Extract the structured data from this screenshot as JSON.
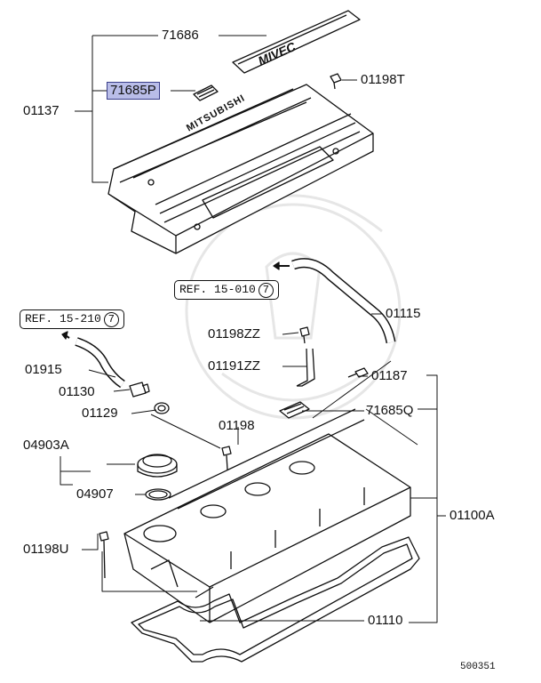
{
  "diagram": {
    "diagram_number": "500351",
    "callouts": [
      {
        "id": "c71686",
        "text": "71686"
      },
      {
        "id": "c71685P",
        "text": "71685P"
      },
      {
        "id": "c01137",
        "text": "01137"
      },
      {
        "id": "c01198T",
        "text": "01198T"
      },
      {
        "id": "c01115",
        "text": "01115"
      },
      {
        "id": "c01198ZZ",
        "text": "01198ZZ"
      },
      {
        "id": "c01191ZZ",
        "text": "01191ZZ"
      },
      {
        "id": "c01187",
        "text": "01187"
      },
      {
        "id": "c71685Q",
        "text": "71685Q"
      },
      {
        "id": "c01915",
        "text": "01915"
      },
      {
        "id": "c01130",
        "text": "01130"
      },
      {
        "id": "c01129",
        "text": "01129"
      },
      {
        "id": "c01198",
        "text": "01198"
      },
      {
        "id": "c04903A",
        "text": "04903A"
      },
      {
        "id": "c04907",
        "text": "04907"
      },
      {
        "id": "c01198U",
        "text": "01198U"
      },
      {
        "id": "c01100A",
        "text": "01100A"
      },
      {
        "id": "c01110",
        "text": "01110"
      }
    ],
    "references": [
      {
        "id": "ref1",
        "text": "REF. 15-010",
        "circle": "7"
      },
      {
        "id": "ref2",
        "text": "REF. 15-210",
        "circle": "7"
      }
    ],
    "highlighted_part": "71685P",
    "cover_text": "MITSUBISHI",
    "badge_text": "MIVEC",
    "colors": {
      "highlight": "#b9bde8",
      "line": "#111111",
      "watermark": "#e6e6e6"
    }
  }
}
